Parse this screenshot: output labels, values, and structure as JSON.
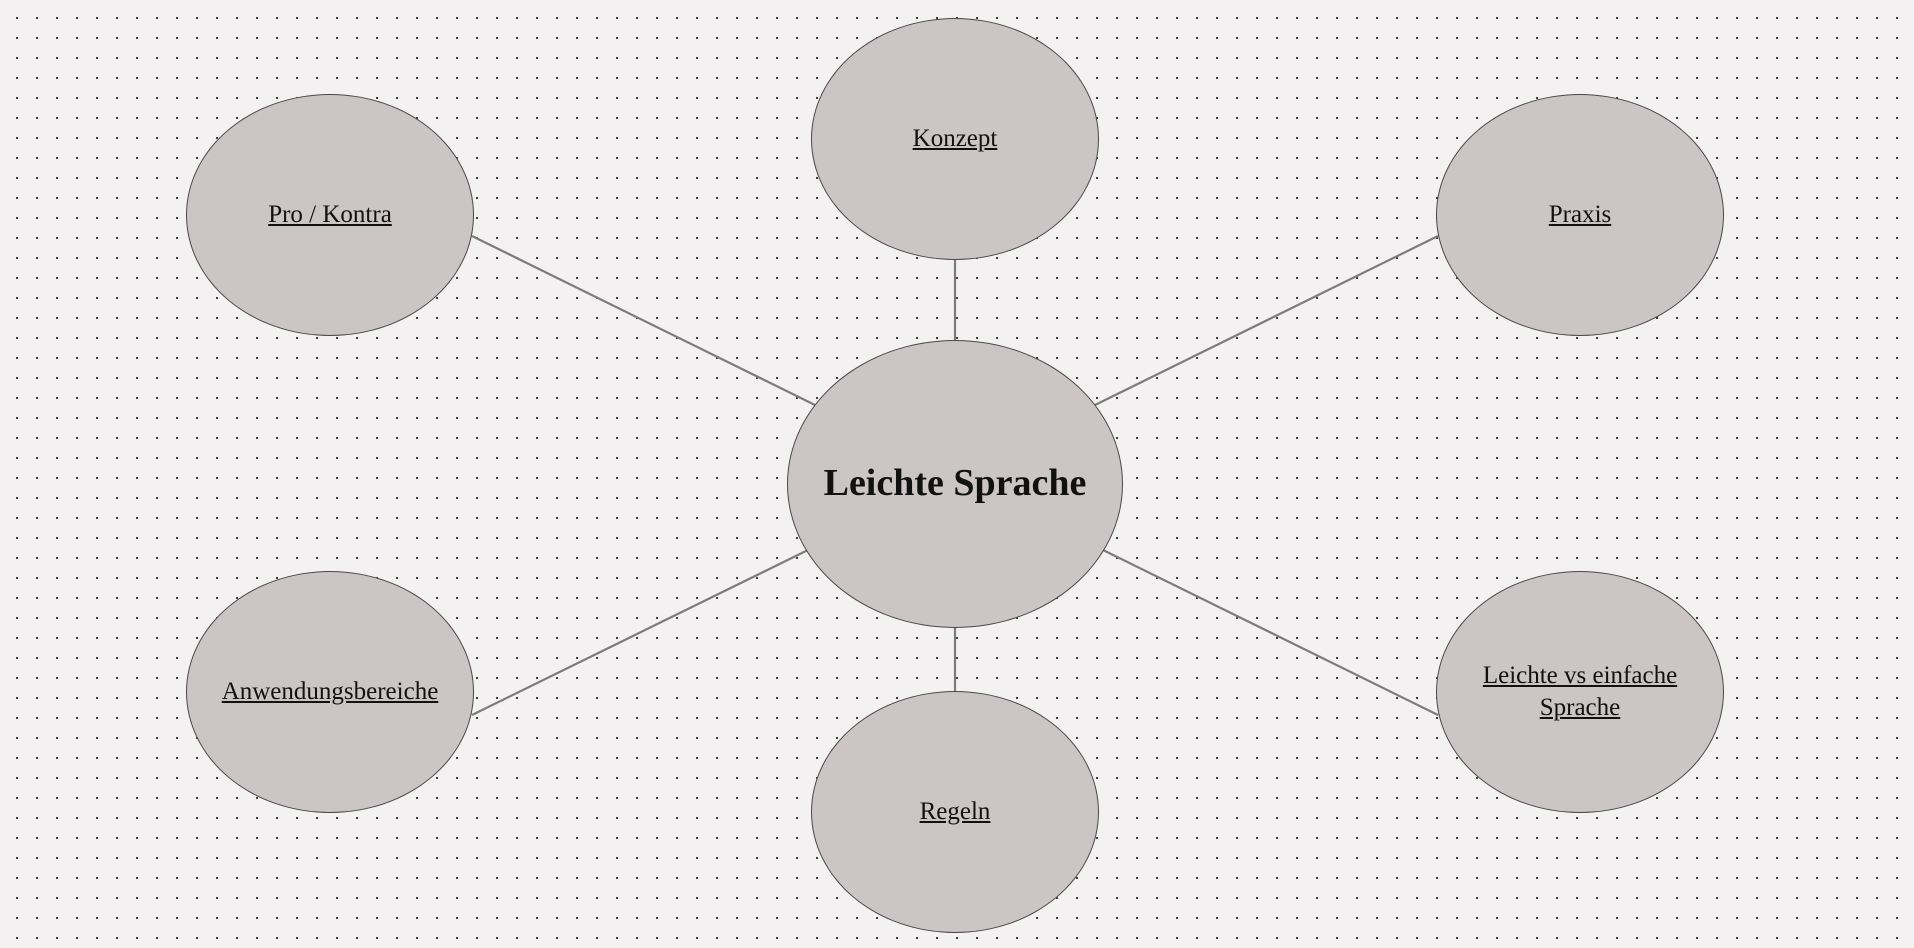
{
  "diagram": {
    "center": {
      "label": "Leichte Sprache"
    },
    "topics": [
      {
        "id": "konzept",
        "label": "Konzept"
      },
      {
        "id": "pro-kontra",
        "label": "Pro / Kontra"
      },
      {
        "id": "praxis",
        "label": "Praxis"
      },
      {
        "id": "anwendung",
        "label": "Anwendungsbereiche"
      },
      {
        "id": "leichte-vs",
        "label": "Leichte vs einfache Sprache"
      },
      {
        "id": "regeln",
        "label": "Regeln"
      }
    ]
  },
  "colors": {
    "background": "#f3f1f1",
    "node_fill": "#cbc5c5",
    "node_border": "#4a4848",
    "connector": "#7d7b7b",
    "text": "#111111"
  }
}
